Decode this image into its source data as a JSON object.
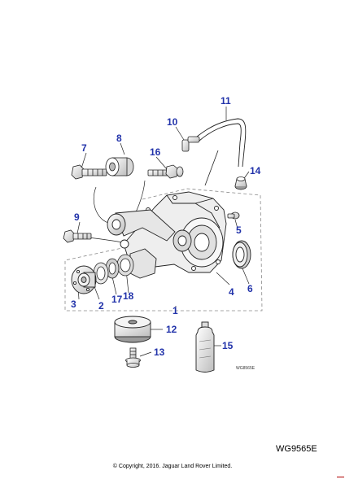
{
  "diagram": {
    "callouts": {
      "c1": "1",
      "c2": "2",
      "c3": "3",
      "c4": "4",
      "c5": "5",
      "c6": "6",
      "c7": "7",
      "c8": "8",
      "c9": "9",
      "c10": "10",
      "c11": "11",
      "c12": "12",
      "c13": "13",
      "c14": "14",
      "c15": "15",
      "c16": "16",
      "c17": "17",
      "c18": "18"
    },
    "small_reference": "WG8565E",
    "colors": {
      "callout": "#2233aa",
      "lines": "#222222",
      "part_fill": "#f2f2f2",
      "shade": "#c8c8c8"
    }
  },
  "footer": {
    "reference": "WG9565E",
    "copyright": "© Copyright, 2016. Jaguar Land Rover Limited."
  }
}
